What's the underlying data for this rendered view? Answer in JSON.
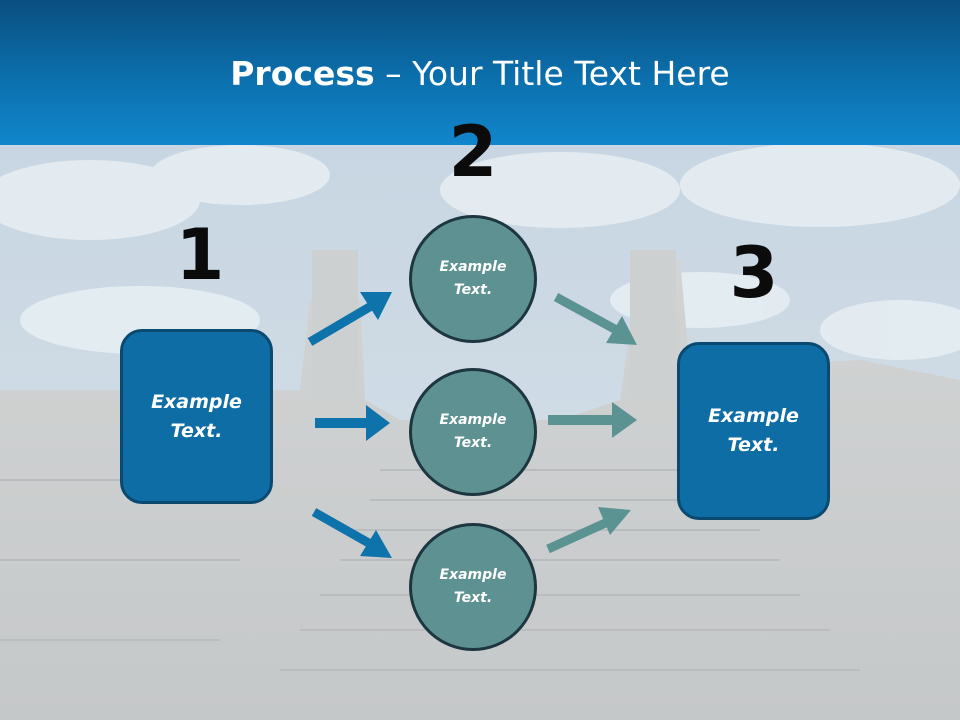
{
  "title": {
    "bold": "Process",
    "rest": " – Your Title Text Here"
  },
  "steps": [
    "1",
    "2",
    "3"
  ],
  "left_box": {
    "text": "Example Text."
  },
  "circles": [
    {
      "text": "Example Text."
    },
    {
      "text": "Example Text."
    },
    {
      "text": "Example Text."
    }
  ],
  "right_box": {
    "text": "Example Text."
  },
  "colors": {
    "header_dark": "#0a4f80",
    "header_light": "#1186cc",
    "box_fill": "#0e6da4",
    "circle_fill": "#5e9292",
    "arrow_left": "#0f73ab",
    "arrow_right": "#5b9393"
  }
}
